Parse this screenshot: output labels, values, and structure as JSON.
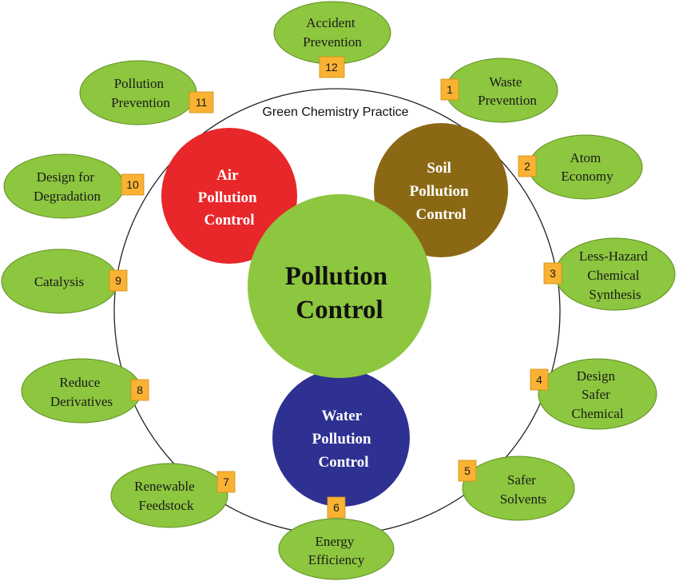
{
  "ring_label": "Green Chemistry Practice",
  "center": {
    "lines": [
      "Pollution",
      "Control"
    ],
    "color": "#8dc63f"
  },
  "hubs": [
    {
      "id": "air",
      "lines": [
        "Air",
        "Pollution",
        "Control"
      ],
      "color": "#e8272a"
    },
    {
      "id": "soil",
      "lines": [
        "Soil",
        "Pollution",
        "Control"
      ],
      "color": "#8b6914"
    },
    {
      "id": "water",
      "lines": [
        "Water",
        "Pollution",
        "Control"
      ],
      "color": "#2e3192"
    }
  ],
  "principles": [
    {
      "num": "1",
      "lines": [
        "Waste",
        "Prevention"
      ]
    },
    {
      "num": "2",
      "lines": [
        "Atom",
        "Economy"
      ]
    },
    {
      "num": "3",
      "lines": [
        "Less-Hazard",
        "Chemical",
        "Synthesis"
      ]
    },
    {
      "num": "4",
      "lines": [
        "Design",
        "Safer",
        "Chemical"
      ]
    },
    {
      "num": "5",
      "lines": [
        "Safer",
        "Solvents"
      ]
    },
    {
      "num": "6",
      "lines": [
        "Energy",
        "Efficiency"
      ]
    },
    {
      "num": "7",
      "lines": [
        "Renewable",
        "Feedstock"
      ]
    },
    {
      "num": "8",
      "lines": [
        "Reduce",
        "Derivatives"
      ]
    },
    {
      "num": "9",
      "lines": [
        "Catalysis"
      ]
    },
    {
      "num": "10",
      "lines": [
        "Design for",
        "Degradation"
      ]
    },
    {
      "num": "11",
      "lines": [
        "Pollution",
        "Prevention"
      ]
    },
    {
      "num": "12",
      "lines": [
        "Accident",
        "Prevention"
      ]
    }
  ],
  "colors": {
    "leaf": "#8dc63f",
    "number_box": "#f9b233",
    "ring": "#222222"
  }
}
